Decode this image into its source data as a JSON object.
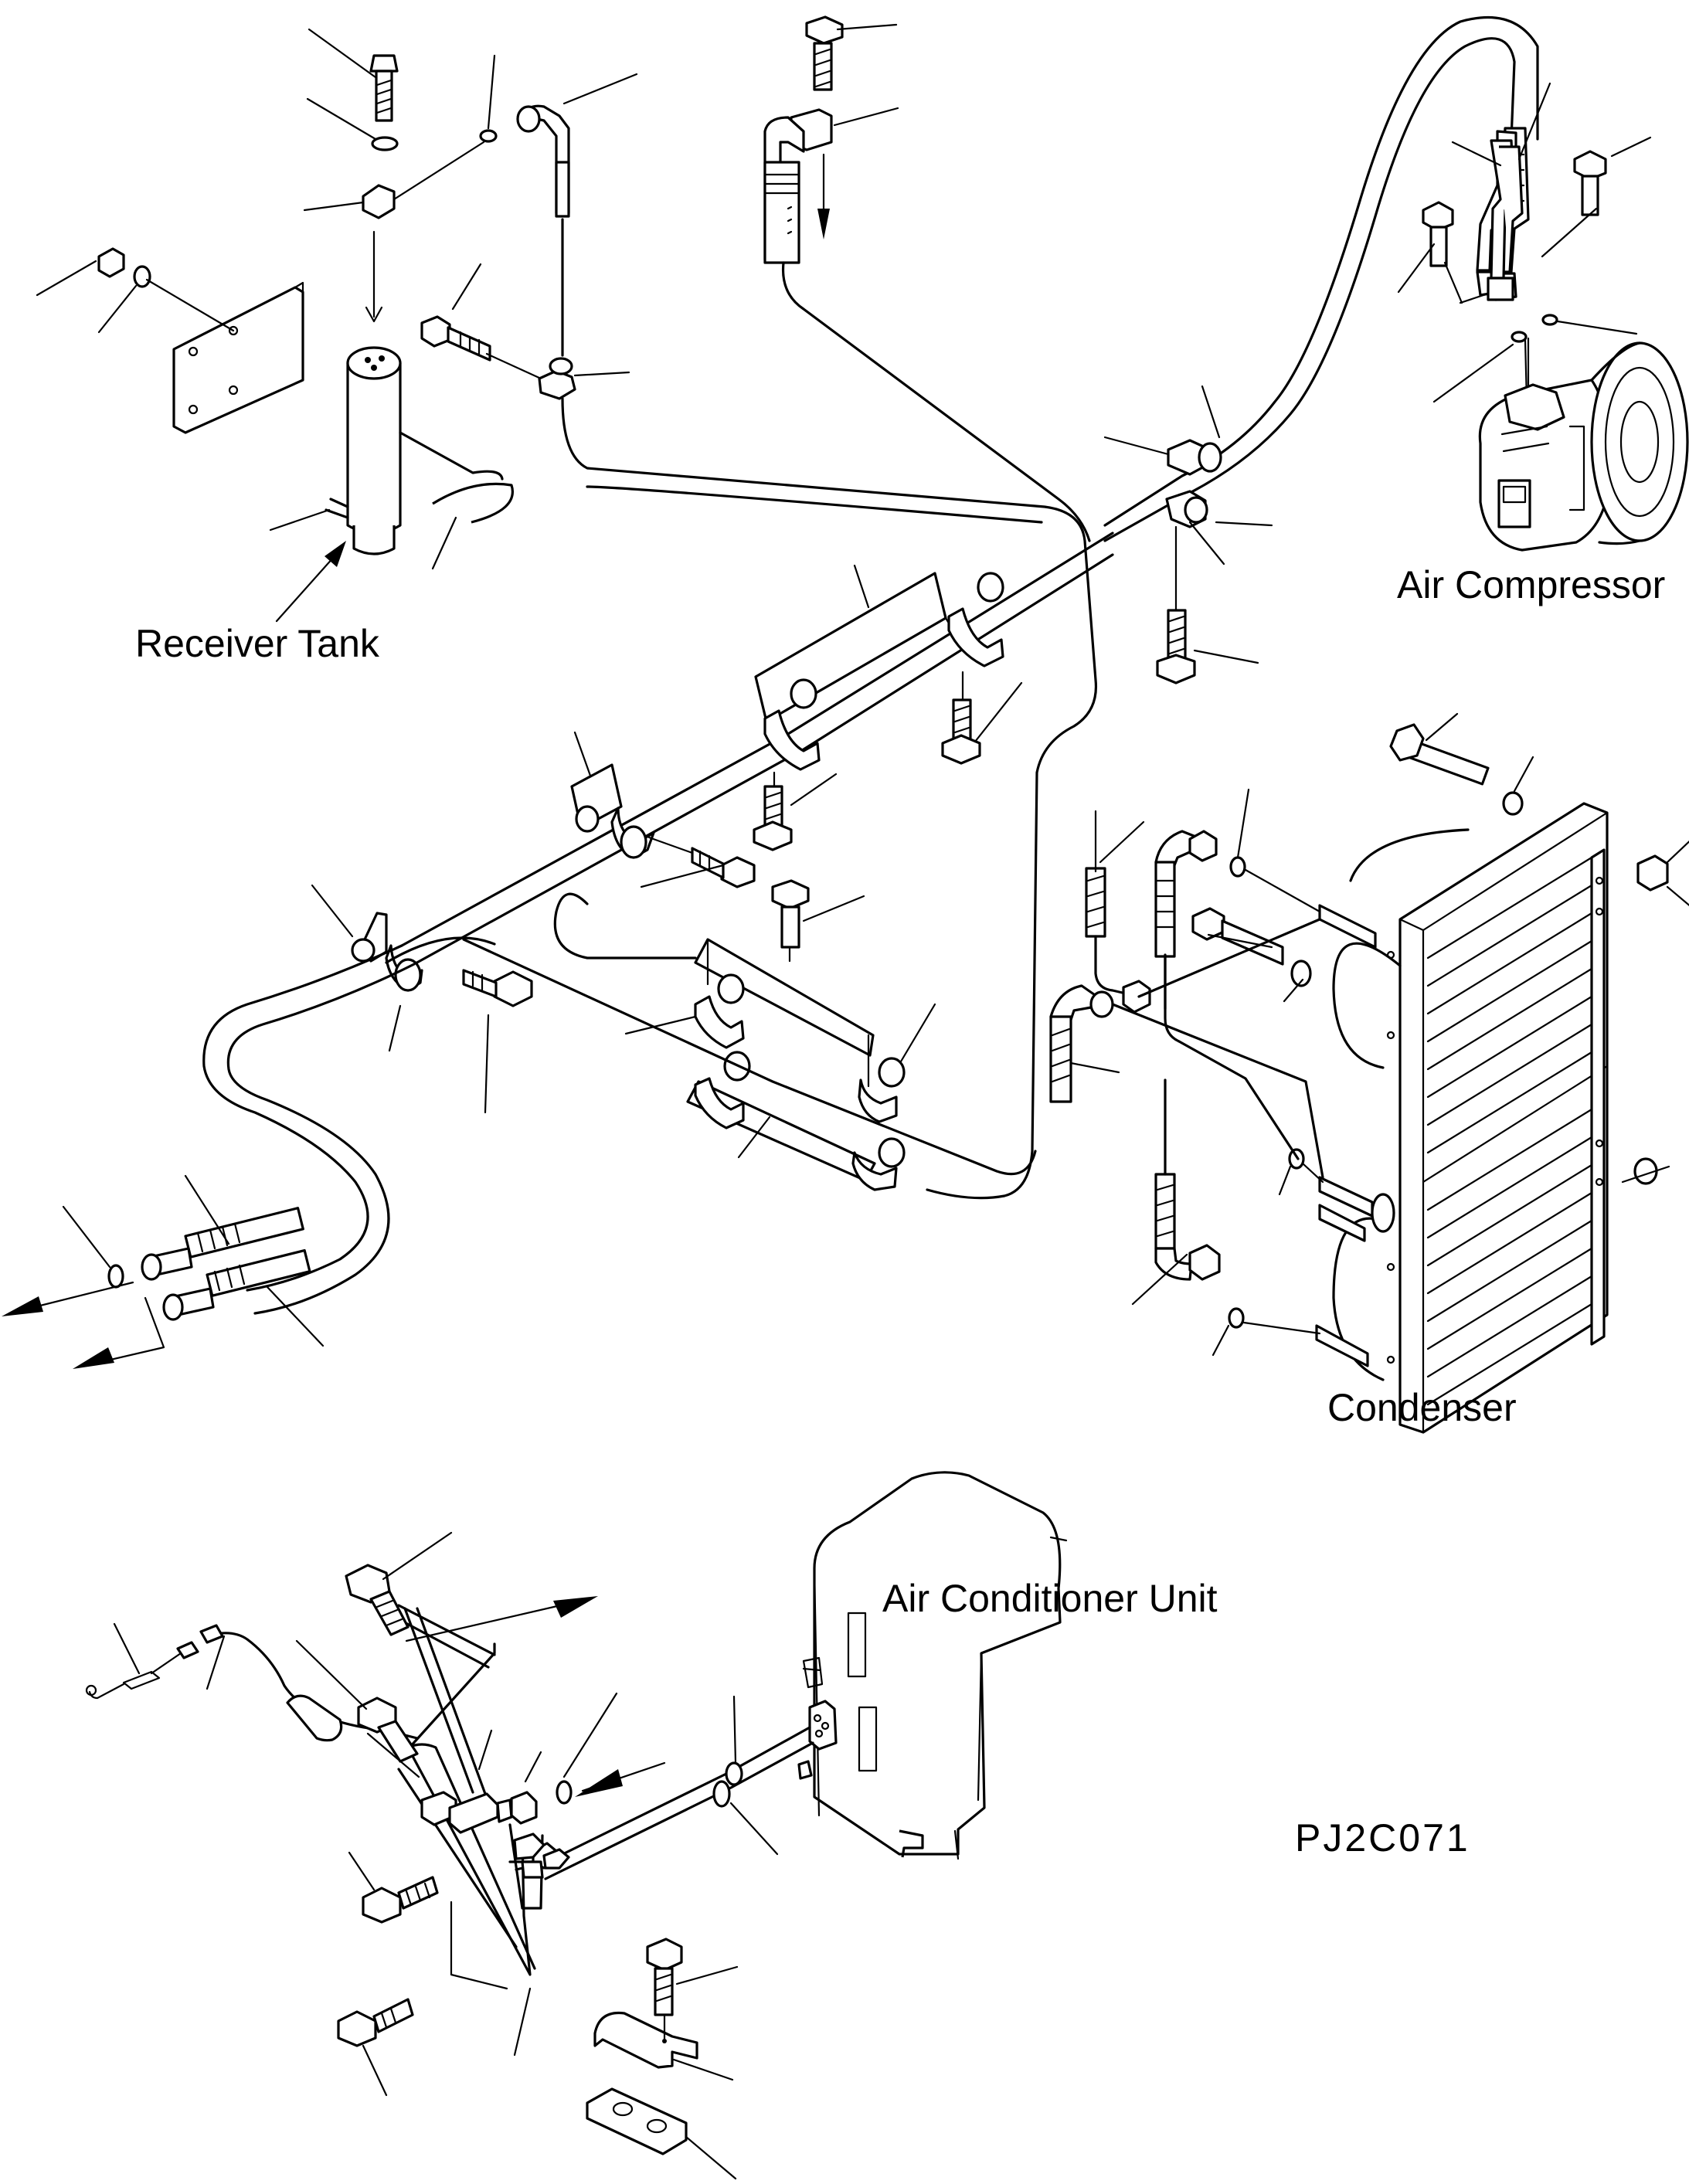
{
  "labels": {
    "receiver_tank": "Receiver Tank",
    "air_compressor": "Air Compressor",
    "condenser": "Condenser",
    "air_conditioner_unit": "Air Conditioner Unit",
    "drawing_code": "PJ2C071"
  }
}
